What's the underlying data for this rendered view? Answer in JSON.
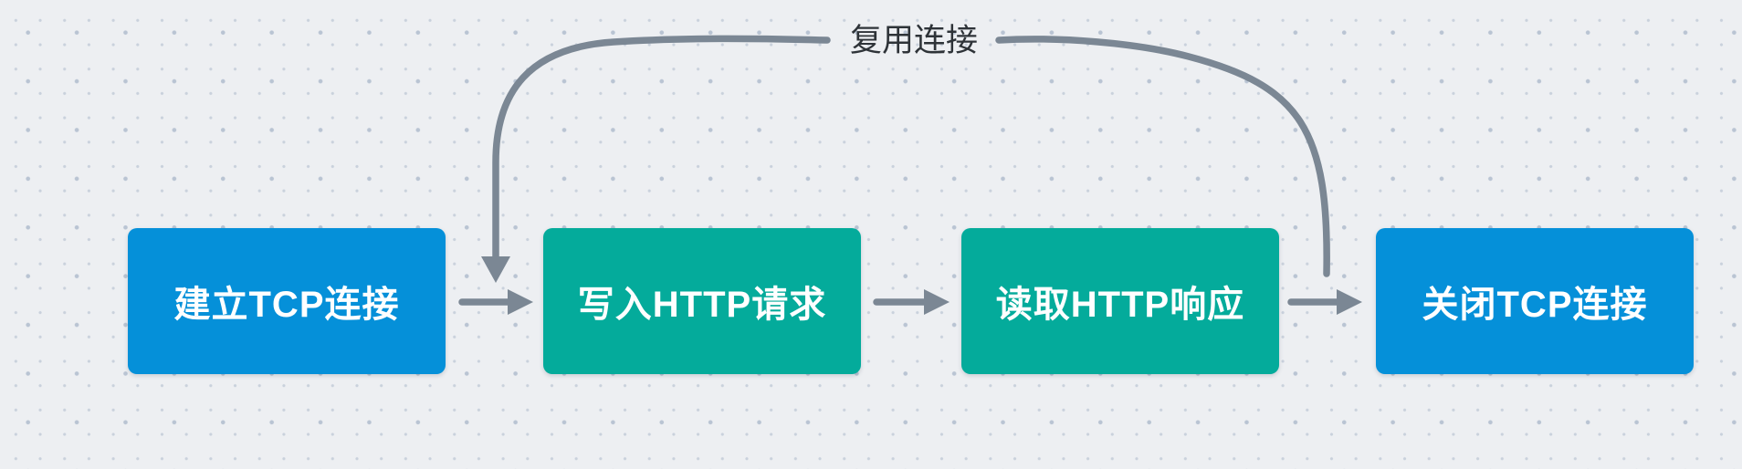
{
  "diagram": {
    "type": "flowchart",
    "nodes": [
      {
        "id": "establish-tcp-connection",
        "label": "建立TCP连接",
        "color": "#0590d9"
      },
      {
        "id": "write-http-request",
        "label": "写入HTTP请求",
        "color": "#04ab9b"
      },
      {
        "id": "read-http-response",
        "label": "读取HTTP响应",
        "color": "#04ab9b"
      },
      {
        "id": "close-tcp-connection",
        "label": "关闭TCP连接",
        "color": "#0590d9"
      }
    ],
    "edges": [
      {
        "from": "establish-tcp-connection",
        "to": "write-http-request",
        "label": "",
        "style": "straight-arrow"
      },
      {
        "from": "write-http-request",
        "to": "read-http-response",
        "label": "",
        "style": "straight-arrow"
      },
      {
        "from": "read-http-response",
        "to": "close-tcp-connection",
        "label": "",
        "style": "straight-arrow"
      },
      {
        "from": "before-close-tcp-connection",
        "to": "before-write-http-request",
        "label": "复用连接",
        "style": "curved-arrow"
      }
    ]
  },
  "colors": {
    "node_blue": "#0590d9",
    "node_teal": "#04ab9b",
    "node_text": "#ffffff",
    "connector": "#7b8794",
    "edge_label_text": "#2e3338",
    "canvas_background": "#edeff2",
    "grid_dot_small": "#c9d1dc",
    "grid_dot_large": "#b9c4d3"
  }
}
